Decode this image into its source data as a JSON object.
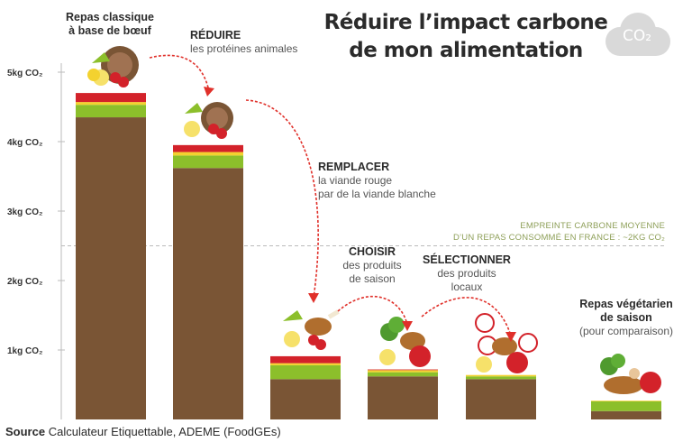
{
  "title_line1": "Réduire l’impact carbone",
  "title_line2": "de mon alimentation",
  "cloud_label": "CO₂",
  "source_label": "Source",
  "source_text": "Calculateur Etiquettable, ADEME (FoodGEs)",
  "average_line1": "EMPREINTE CARBONE MOYENNE",
  "average_line2": "D’UN REPAS CONSOMMÉ EN FRANCE : ~2KG CO₂",
  "labels": {
    "classic_h1": "Repas classique",
    "classic_h2": "à base de bœuf",
    "reduce_h": "RÉDUIRE",
    "reduce_t": "les protéines animales",
    "replace_h": "REMPLACER",
    "replace_t1": "la viande rouge",
    "replace_t2": "par de la viande blanche",
    "choose_h": "CHOISIR",
    "choose_t1": "des produits",
    "choose_t2": "de saison",
    "select_h": "SÉLECTIONNER",
    "select_t1": "des produits",
    "select_t2": "locaux",
    "veg_h1": "Repas végétarien",
    "veg_h2": "de saison",
    "veg_t": "(pour comparaison)"
  },
  "colors": {
    "base": "#7a5535",
    "green": "#8cbf2b",
    "yellow": "#f3d22f",
    "red": "#d3222a",
    "accent": "#e0302a",
    "axis": "#bbbbbb"
  },
  "chart_data": {
    "type": "bar",
    "stacked": true,
    "ylim": [
      0,
      5
    ],
    "y_ticks": [
      1,
      2,
      3,
      4,
      5
    ],
    "y_tick_labels": [
      "1kg CO₂",
      "2kg CO₂",
      "3kg CO₂",
      "4kg CO₂",
      "5kg CO₂"
    ],
    "reference_line": 2.5,
    "categories": [
      "Repas classique à base de bœuf",
      "Réduire les protéines animales",
      "Remplacer la viande rouge par de la viande blanche",
      "Choisir des produits de saison",
      "Sélectionner des produits locaux",
      "Repas végétarien de saison"
    ],
    "series": [
      {
        "color": "#7a5535",
        "values": [
          4.35,
          3.62,
          0.58,
          0.62,
          0.58,
          0.12
        ]
      },
      {
        "color": "#8cbf2b",
        "values": [
          0.18,
          0.18,
          0.2,
          0.06,
          0.04,
          0.14
        ]
      },
      {
        "color": "#f3d22f",
        "values": [
          0.04,
          0.05,
          0.03,
          0.03,
          0.02,
          0.01
        ]
      },
      {
        "color": "#d3222a",
        "values": [
          0.13,
          0.1,
          0.1,
          0.01,
          0.0,
          0.0
        ]
      }
    ]
  }
}
